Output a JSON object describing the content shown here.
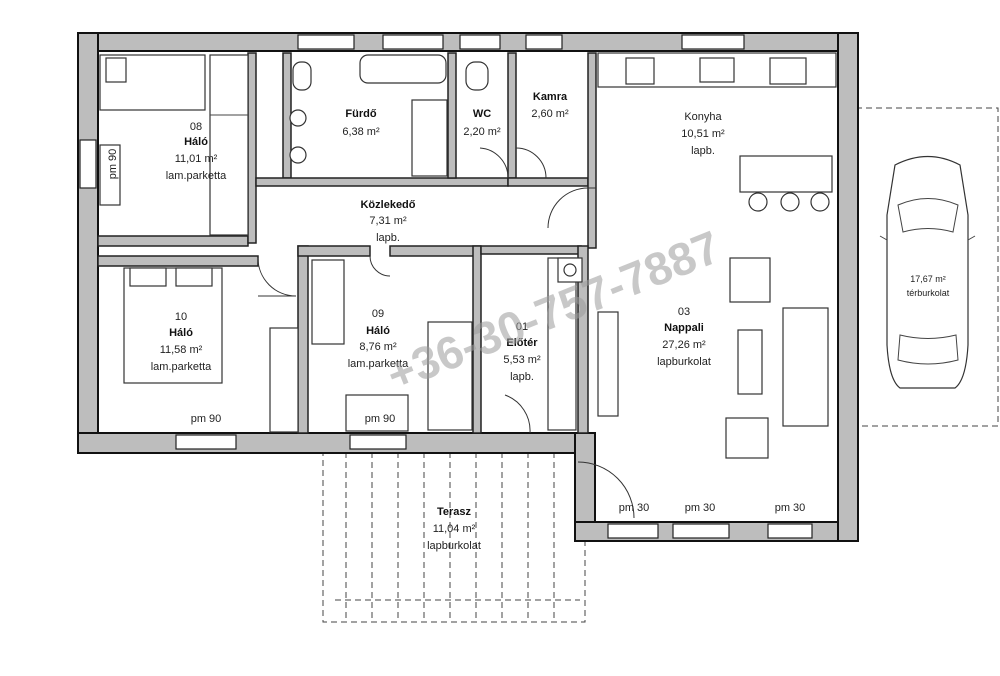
{
  "rooms": {
    "halo08": {
      "num": "08",
      "name": "Háló",
      "area": "11,01 m²",
      "floor": "lam.parketta"
    },
    "furdo": {
      "name": "Fürdő",
      "area": "6,38 m²"
    },
    "wc": {
      "name": "WC",
      "area": "2,20 m²"
    },
    "kamra": {
      "name": "Kamra",
      "area": "2,60 m²"
    },
    "konyha": {
      "name": "Konyha",
      "area": "10,51 m²",
      "floor": "lapb."
    },
    "kozlekedo": {
      "name": "Közlekedő",
      "area": "7,31 m²",
      "floor": "lapb."
    },
    "halo10": {
      "num": "10",
      "name": "Háló",
      "area": "11,58 m²",
      "floor": "lam.parketta"
    },
    "halo09": {
      "num": "09",
      "name": "Háló",
      "area": "8,76 m²",
      "floor": "lam.parketta"
    },
    "eloter": {
      "num": "01",
      "name": "Előtér",
      "area": "5,53 m²",
      "floor": "lapb."
    },
    "nappali": {
      "num": "03",
      "name": "Nappali",
      "area": "27,26 m²",
      "floor": "lapburkolat"
    },
    "terasz": {
      "name": "Terasz",
      "area": "11,04 m²",
      "floor": "lapburkolat"
    },
    "parking": {
      "area": "17,67 m²",
      "floor": "térburkolat"
    }
  },
  "notes": {
    "pm90_side": "pm 90",
    "pm90_halo10": "pm 90",
    "pm90_halo09": "pm 90",
    "pm30_a": "pm 30",
    "pm30_b": "pm 30",
    "pm30_c": "pm 30"
  },
  "watermark": "+36-30-757-7887"
}
